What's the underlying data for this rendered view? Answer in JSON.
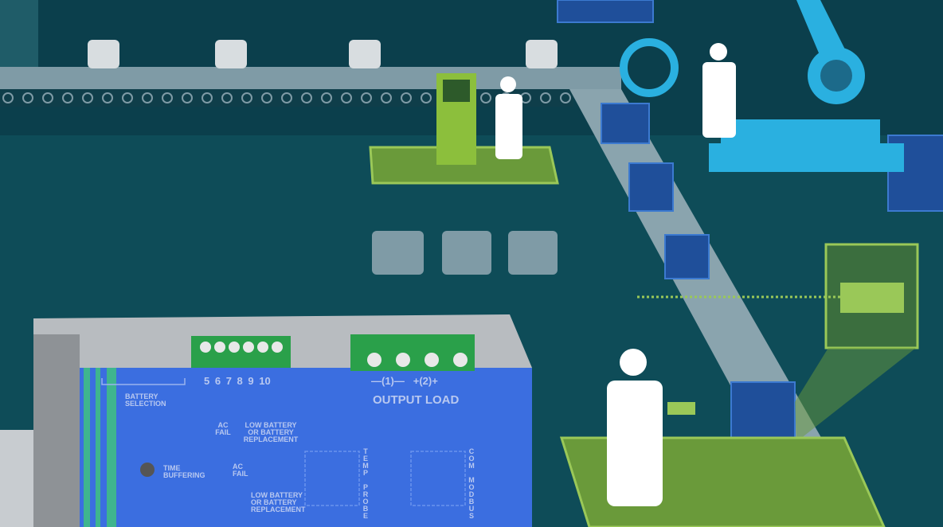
{
  "device": {
    "terminal_numbers": [
      "5",
      "6",
      "7",
      "8",
      "9",
      "10"
    ],
    "battery_selection": "BATTERY SELECTION",
    "relay_ac_fail": "AC FAIL",
    "relay_low_battery": "LOW BATTERY OR BATTERY REPLACEMENT",
    "output_terminals": "—(1)—   +(2)+",
    "output_load": "OUTPUT LOAD",
    "time_buffering": "TIME BUFFERING",
    "led_ac_fail": "AC FAIL",
    "led_low_battery": "LOW BATTERY OR BATTERY REPLACEMENT",
    "temp_probe": "TEMP PROBE",
    "com_modbus": "COM MODBUS"
  },
  "colors": {
    "background": "#0e4c58",
    "conveyor": "#7f9ba6",
    "platform_green": "#6a9a3a",
    "robot_cyan": "#2ab0e0",
    "box_blue": "#1f4f9a",
    "device_blue": "#3b6ee0",
    "terminal_green": "#2aa04a"
  }
}
